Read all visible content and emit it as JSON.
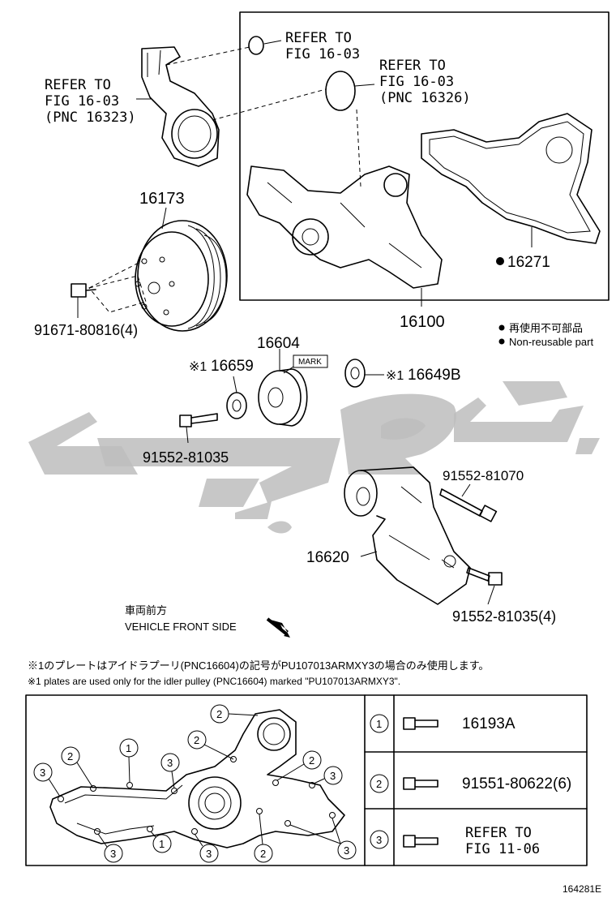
{
  "refs": {
    "fig_16_03_a": [
      "REFER TO",
      "FIG 16-03"
    ],
    "fig_16_03_b": [
      "REFER TO",
      "FIG 16-03",
      "(PNC 16326)"
    ],
    "fig_16_03_c": [
      "REFER TO",
      "FIG 16-03",
      "(PNC 16323)"
    ]
  },
  "parts": {
    "p16173": "16173",
    "p16271": "16271",
    "p16100": "16100",
    "p91671": "91671-80816(4)",
    "p16604": "16604",
    "p16659": "16659",
    "p16649b": "16649B",
    "p91552_81035": "91552-81035",
    "p91552_81070": "91552-81070",
    "p16620": "16620",
    "p91552_81035_4": "91552-81035(4)"
  },
  "marks": {
    "asterisk1": "※1",
    "mark_box": "MARK",
    "bullet": "●"
  },
  "legend": {
    "jp": "再使用不可部品",
    "en": "Non-reusable part"
  },
  "front": {
    "jp": "車両前方",
    "en": "VEHICLE FRONT SIDE"
  },
  "notes": {
    "jp": "※1のプレートはアイドラプーリ(PNC16604)の記号がPU107013ARMXY3の場合のみ使用します。",
    "en": "※1 plates are used only for the idler pulley (PNC16604) marked \"PU107013ARMXY3\"."
  },
  "table": {
    "rows": [
      {
        "num": "1",
        "part": "16193A"
      },
      {
        "num": "2",
        "part": "91551-80622(6)"
      },
      {
        "num": "3",
        "part": [
          "REFER TO",
          "FIG 11-06"
        ]
      }
    ]
  },
  "callouts": [
    "1",
    "2",
    "3"
  ],
  "figure_id": "164281E"
}
